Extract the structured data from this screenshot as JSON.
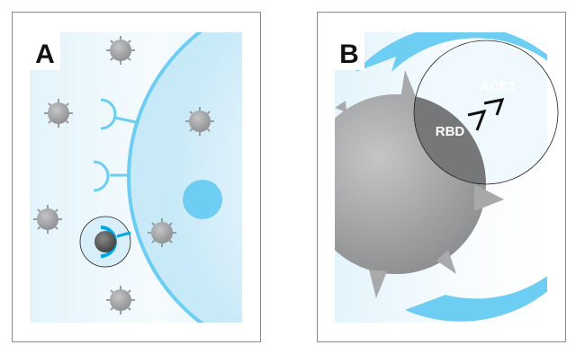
{
  "panels": {
    "a": {
      "label": "A"
    },
    "b": {
      "label": "B",
      "receptor_label": "ACE2",
      "binding_label": "RBD"
    }
  },
  "colors": {
    "background": "#e4f4fc",
    "membrane": "#6dcdf2",
    "receptor_bound": "#00a9e6",
    "virus": "#a8a9ab",
    "virus_dark": "#707173",
    "frame": "#8a8a8a"
  }
}
